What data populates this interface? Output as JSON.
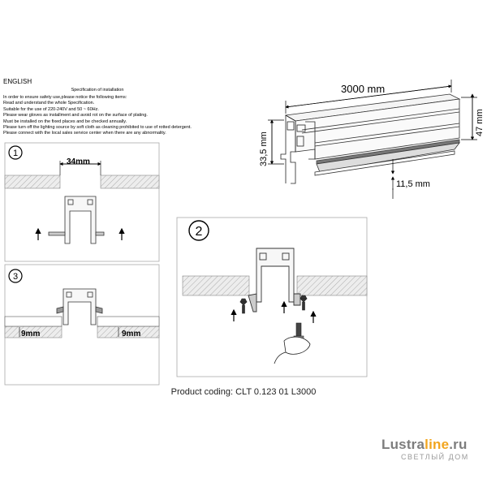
{
  "language": "ENGLISH",
  "spec_title": "Specification of installation",
  "spec_lines": [
    "In order to ensure safety use,please notice the following items:",
    "Read and understand the whole Specification.",
    "Suitable for the use of 220-240V and 50 ~ 60Hz.",
    "Please wear gloves as installment and avoid rot on the surface of plating.",
    "Must be installed on the fixed places and be checked annually.",
    "Please turn off the lighting source by soft cloth as cleaning prohibited to use of rotted detergent.",
    "Please connect with the local sales service center when there are any abnormality."
  ],
  "dimensions": {
    "length": "3000 mm",
    "height": "47 mm",
    "depth": "33,5 mm",
    "lip": "11,5 mm",
    "gap": "34mm",
    "board_left": "9mm",
    "board_right": "9mm"
  },
  "steps": [
    "1",
    "2",
    "3"
  ],
  "product_coding": "Product coding: CLT 0.123 01 L3000",
  "logo": {
    "brand": "Lustra",
    "accent": "line",
    "tld": ".ru",
    "tagline": "СВЕТЛЫЙ ДОМ"
  }
}
